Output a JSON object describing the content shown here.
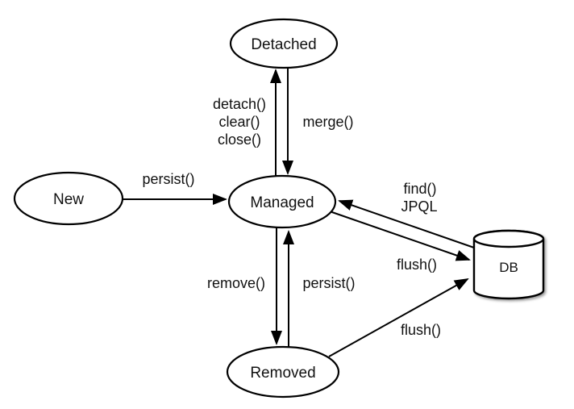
{
  "diagram": {
    "background_color": "#ffffff",
    "stroke_color": "#000000",
    "text_color": "#111111",
    "nodes": {
      "new": {
        "label": "New",
        "shape": "ellipse"
      },
      "detached": {
        "label": "Detached",
        "shape": "ellipse"
      },
      "managed": {
        "label": "Managed",
        "shape": "ellipse"
      },
      "removed": {
        "label": "Removed",
        "shape": "ellipse"
      },
      "db": {
        "label": "DB",
        "shape": "cylinder"
      }
    },
    "edges": {
      "new_to_managed": {
        "from": "New",
        "to": "Managed",
        "label": "persist()"
      },
      "managed_to_detached": {
        "from": "Managed",
        "to": "Detached",
        "label_lines": [
          "detach()",
          "clear()",
          "close()"
        ]
      },
      "detached_to_managed": {
        "from": "Detached",
        "to": "Managed",
        "label": "merge()"
      },
      "db_to_managed": {
        "from": "DB",
        "to": "Managed",
        "label_lines": [
          "find()",
          "JPQL"
        ]
      },
      "managed_to_db": {
        "from": "Managed",
        "to": "DB",
        "label": "flush()"
      },
      "managed_to_removed": {
        "from": "Managed",
        "to": "Removed",
        "label": "remove()"
      },
      "removed_to_managed": {
        "from": "Removed",
        "to": "Managed",
        "label": "persist()"
      },
      "removed_to_db": {
        "from": "Removed",
        "to": "DB",
        "label": "flush()"
      }
    }
  }
}
